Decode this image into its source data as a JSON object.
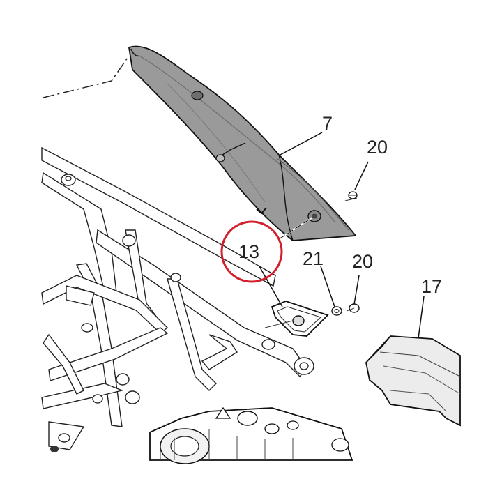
{
  "callouts": {
    "c7": "7",
    "c20a": "20",
    "c13": "13",
    "c21": "21",
    "c20b": "20",
    "c17": "17"
  },
  "colors": {
    "highlight_circle": "#d21f2b",
    "panel_fill": "#9a9a9a",
    "panel_dark": "#6e6e6e",
    "line": "#111111"
  },
  "highlighted_part": "13"
}
